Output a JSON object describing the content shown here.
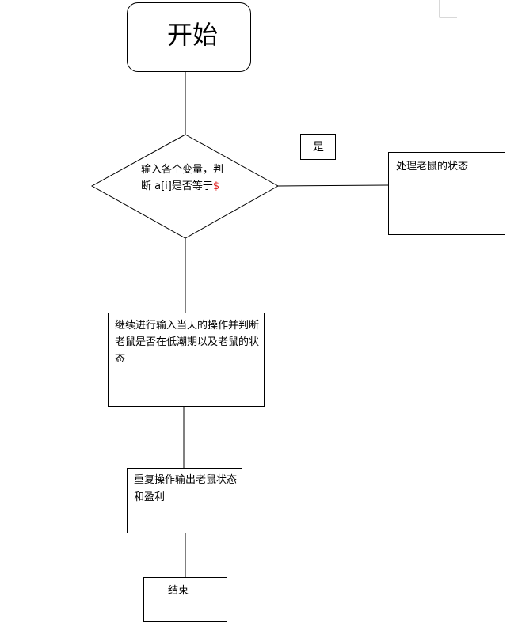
{
  "diagram": {
    "start": "开始",
    "decision_line1": "输入各个变量，判",
    "decision_line2_prefix": "断 a[i]是否等于",
    "decision_symbol": "$",
    "yes_label": "是",
    "process_branch": "处理老鼠的状态",
    "continue_step": "继续进行输入当天的操作并判断老鼠是否在低潮期以及老鼠的状态",
    "repeat_step": "重复操作输出老鼠状态和盈利",
    "end": "结束"
  },
  "colors": {
    "line": "#000000",
    "highlight": "#e02020"
  }
}
